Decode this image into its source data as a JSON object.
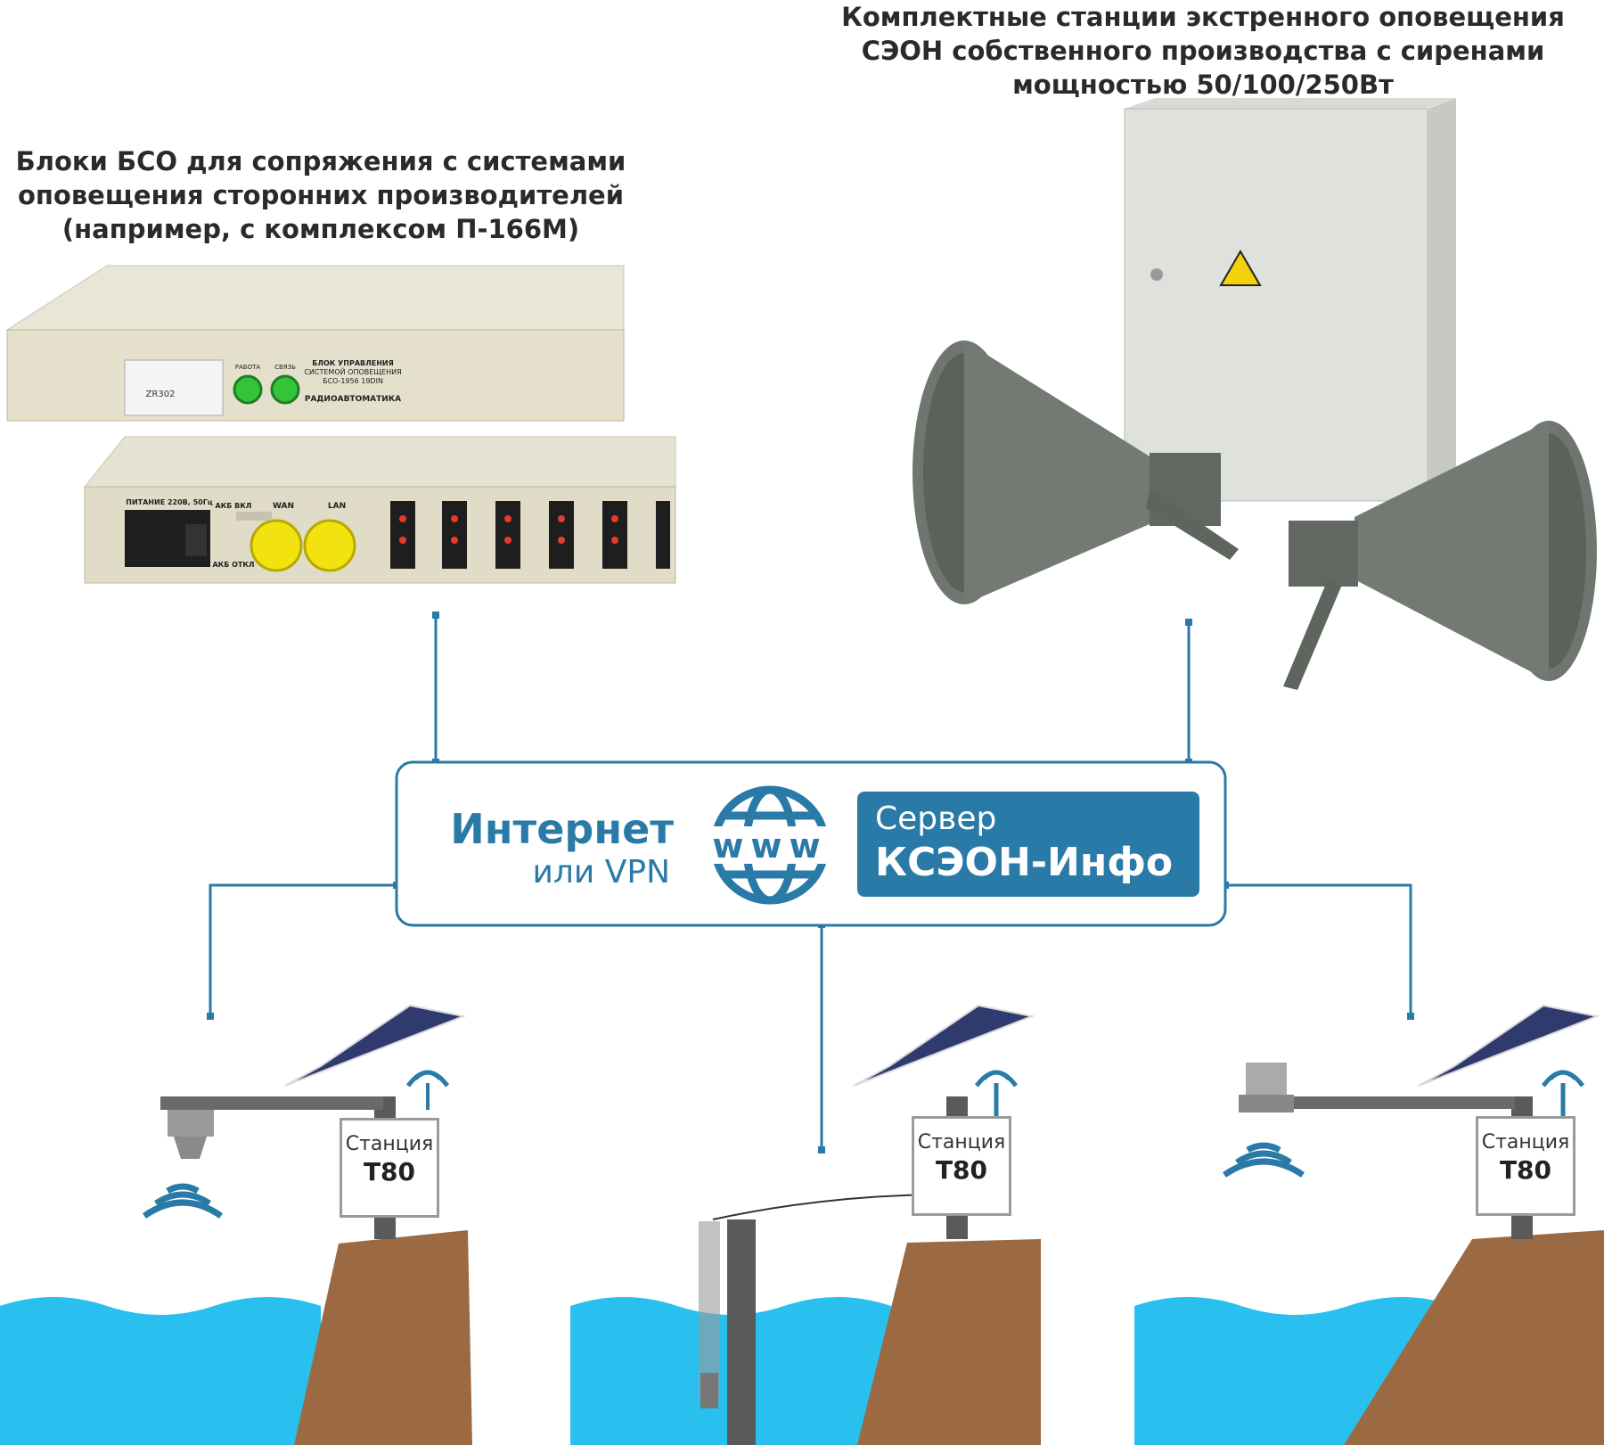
{
  "captions": {
    "bso": [
      "Блоки БСО для сопряжения с системами",
      "оповещения сторонних производителей",
      "(например, с комплексом П-166М)"
    ],
    "seon": [
      "Комплектные станции экстренного оповещения",
      "СЭОН собственного производства  с сиренами",
      "мощностью  50/100/250Вт"
    ]
  },
  "hub": {
    "title": "Интернет",
    "subtitle": "или VPN",
    "www": "www",
    "server_line1": "Сервер",
    "server_line2": "КСЭОН-Инфо"
  },
  "stations": [
    {
      "label": "Станция",
      "model": "Т80"
    },
    {
      "label": "Станция",
      "model": "Т80"
    },
    {
      "label": "Станция",
      "model": "Т80"
    }
  ],
  "device_panel": {
    "top_label": "БЛОК УПРАВЛЕНИЯ\nСИСТЕМОЙ ОПОВЕЩЕНИЯ\nБСО-1956 19DIN",
    "brand": "РАДИОАВТОМАТИКА",
    "module": "ZR302",
    "work": "РАБОТА",
    "link": "СВЯЗЬ",
    "power": "ПИТАНИЕ 220В, 50Гц",
    "akb_on": "АКБ ВКЛ",
    "akb_off": "АКБ ОТКЛ",
    "wan": "WAN",
    "lan": "LAN"
  },
  "colors": {
    "accent": "#2a7aa8",
    "water": "#29c0ef",
    "ground": "#9b6a43",
    "line": "#2a7aa8"
  }
}
